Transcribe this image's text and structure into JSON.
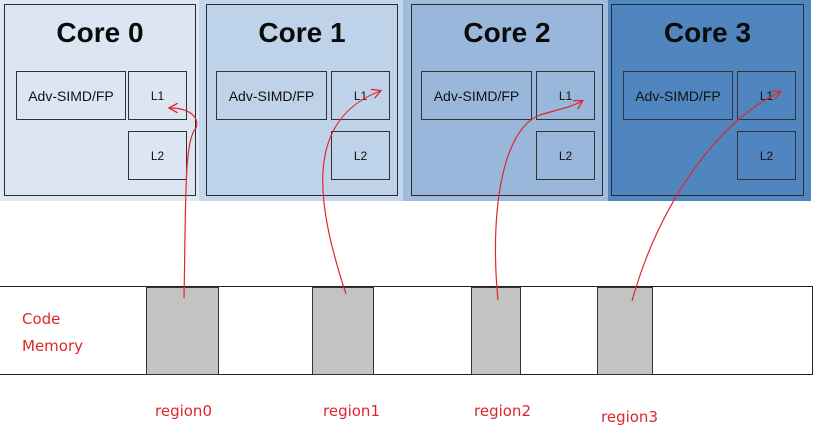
{
  "cores": [
    {
      "title": "Core 0",
      "simd": "Adv-SIMD/FP",
      "l1": "L1",
      "l2": "L2",
      "bg": "#dfe9f4",
      "inner_bg": "#dbe6f2"
    },
    {
      "title": "Core 1",
      "simd": "Adv-SIMD/FP",
      "l1": "L1",
      "l2": "L2",
      "bg": "#c2d7eb",
      "inner_bg": "#bed3e9"
    },
    {
      "title": "Core 2",
      "simd": "Adv-SIMD/FP",
      "l1": "L1",
      "l2": "L2",
      "bg": "#9ebddd",
      "inner_bg": "#98b7da"
    },
    {
      "title": "Core 3",
      "simd": "Adv-SIMD/FP",
      "l1": "L1",
      "l2": "L2",
      "bg": "#4f87c2",
      "inner_bg": "#4f86bf"
    }
  ],
  "memory": {
    "label_line1": "Code",
    "label_line2": "Memory"
  },
  "regions": [
    "region0",
    "region1",
    "region2",
    "region3"
  ],
  "colors": {
    "arrow": "#e0262b",
    "region_fill": "#c3c3c3",
    "label_text": "#e0262b"
  }
}
